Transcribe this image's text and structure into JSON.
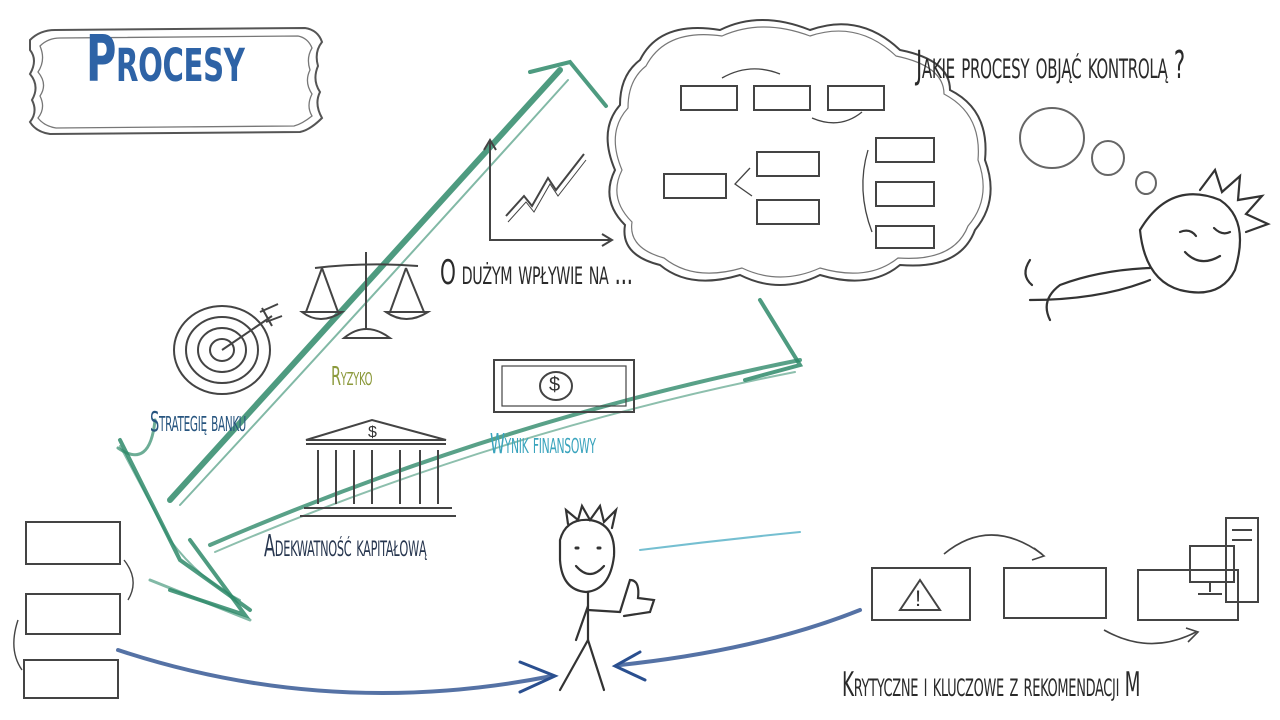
{
  "title": "Procesy",
  "question": "Jakie procesy objąć kontrolą ?",
  "impact_text": "O dużym wpływie na ...",
  "factors": {
    "risk": "Ryzyko",
    "strategy": "Strategię banku",
    "financial_result": "Wynik finansowy",
    "capital_adequacy": "Adekwatność kapitałową"
  },
  "critical_text": "Krytyczne i kluczowe z rekomendacji M",
  "icons": {
    "money": "$",
    "bank": "$",
    "warning": "!"
  },
  "colors": {
    "title": "#2e63a6",
    "green_arrow": "#2f8a6a",
    "blue_arrow": "#2a4f8f",
    "teal_text": "#3aa4bd",
    "olive_text": "#8c9a3c",
    "ink": "#333333"
  }
}
